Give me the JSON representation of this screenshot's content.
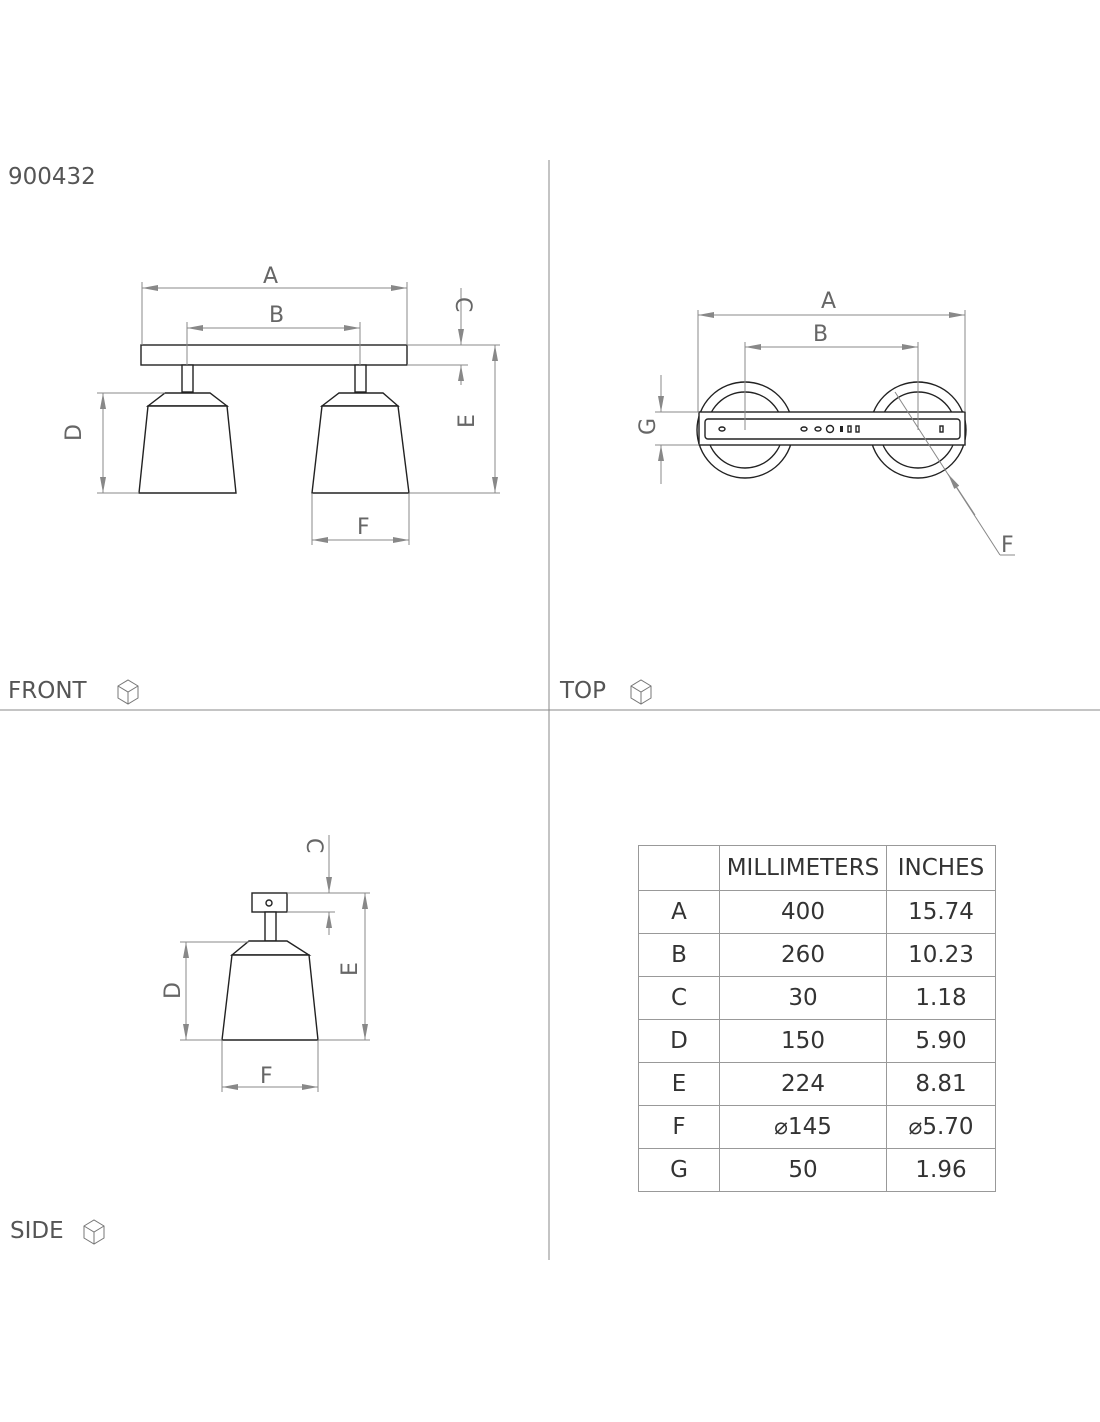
{
  "product_code": "900432",
  "views": {
    "front": "FRONT",
    "top": "TOP",
    "side": "SIDE"
  },
  "dimension_letters": {
    "A": "A",
    "B": "B",
    "C": "C",
    "D": "D",
    "E": "E",
    "F": "F",
    "G": "G"
  },
  "table": {
    "headers": [
      "",
      "MILLIMETERS",
      "INCHES"
    ],
    "rows": [
      [
        "A",
        "400",
        "15.74"
      ],
      [
        "B",
        "260",
        "10.23"
      ],
      [
        "C",
        "30",
        "1.18"
      ],
      [
        "D",
        "150",
        "5.90"
      ],
      [
        "E",
        "224",
        "8.81"
      ],
      [
        "F",
        "⌀145",
        "⌀5.70"
      ],
      [
        "G",
        "50",
        "1.96"
      ]
    ]
  }
}
